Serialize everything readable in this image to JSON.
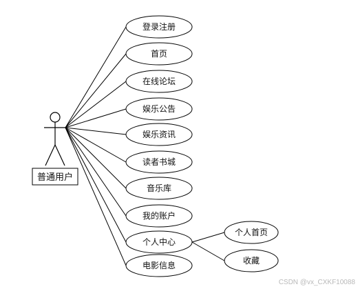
{
  "diagram": {
    "actor": {
      "label": "普通用户"
    },
    "use_cases": [
      {
        "id": "uc1",
        "label": "登录注册"
      },
      {
        "id": "uc2",
        "label": "首页"
      },
      {
        "id": "uc3",
        "label": "在线论坛"
      },
      {
        "id": "uc4",
        "label": "娱乐公告"
      },
      {
        "id": "uc5",
        "label": "娱乐资讯"
      },
      {
        "id": "uc6",
        "label": "读者书城"
      },
      {
        "id": "uc7",
        "label": "音乐库"
      },
      {
        "id": "uc8",
        "label": "我的账户"
      },
      {
        "id": "uc9",
        "label": "个人中心"
      },
      {
        "id": "uc10",
        "label": "电影信息"
      }
    ],
    "sub_use_cases": [
      {
        "id": "sub1",
        "label": "个人首页",
        "parent": "uc9"
      },
      {
        "id": "sub2",
        "label": "收藏",
        "parent": "uc9"
      }
    ],
    "watermark": "CSDN @vx_CXKF10088"
  }
}
